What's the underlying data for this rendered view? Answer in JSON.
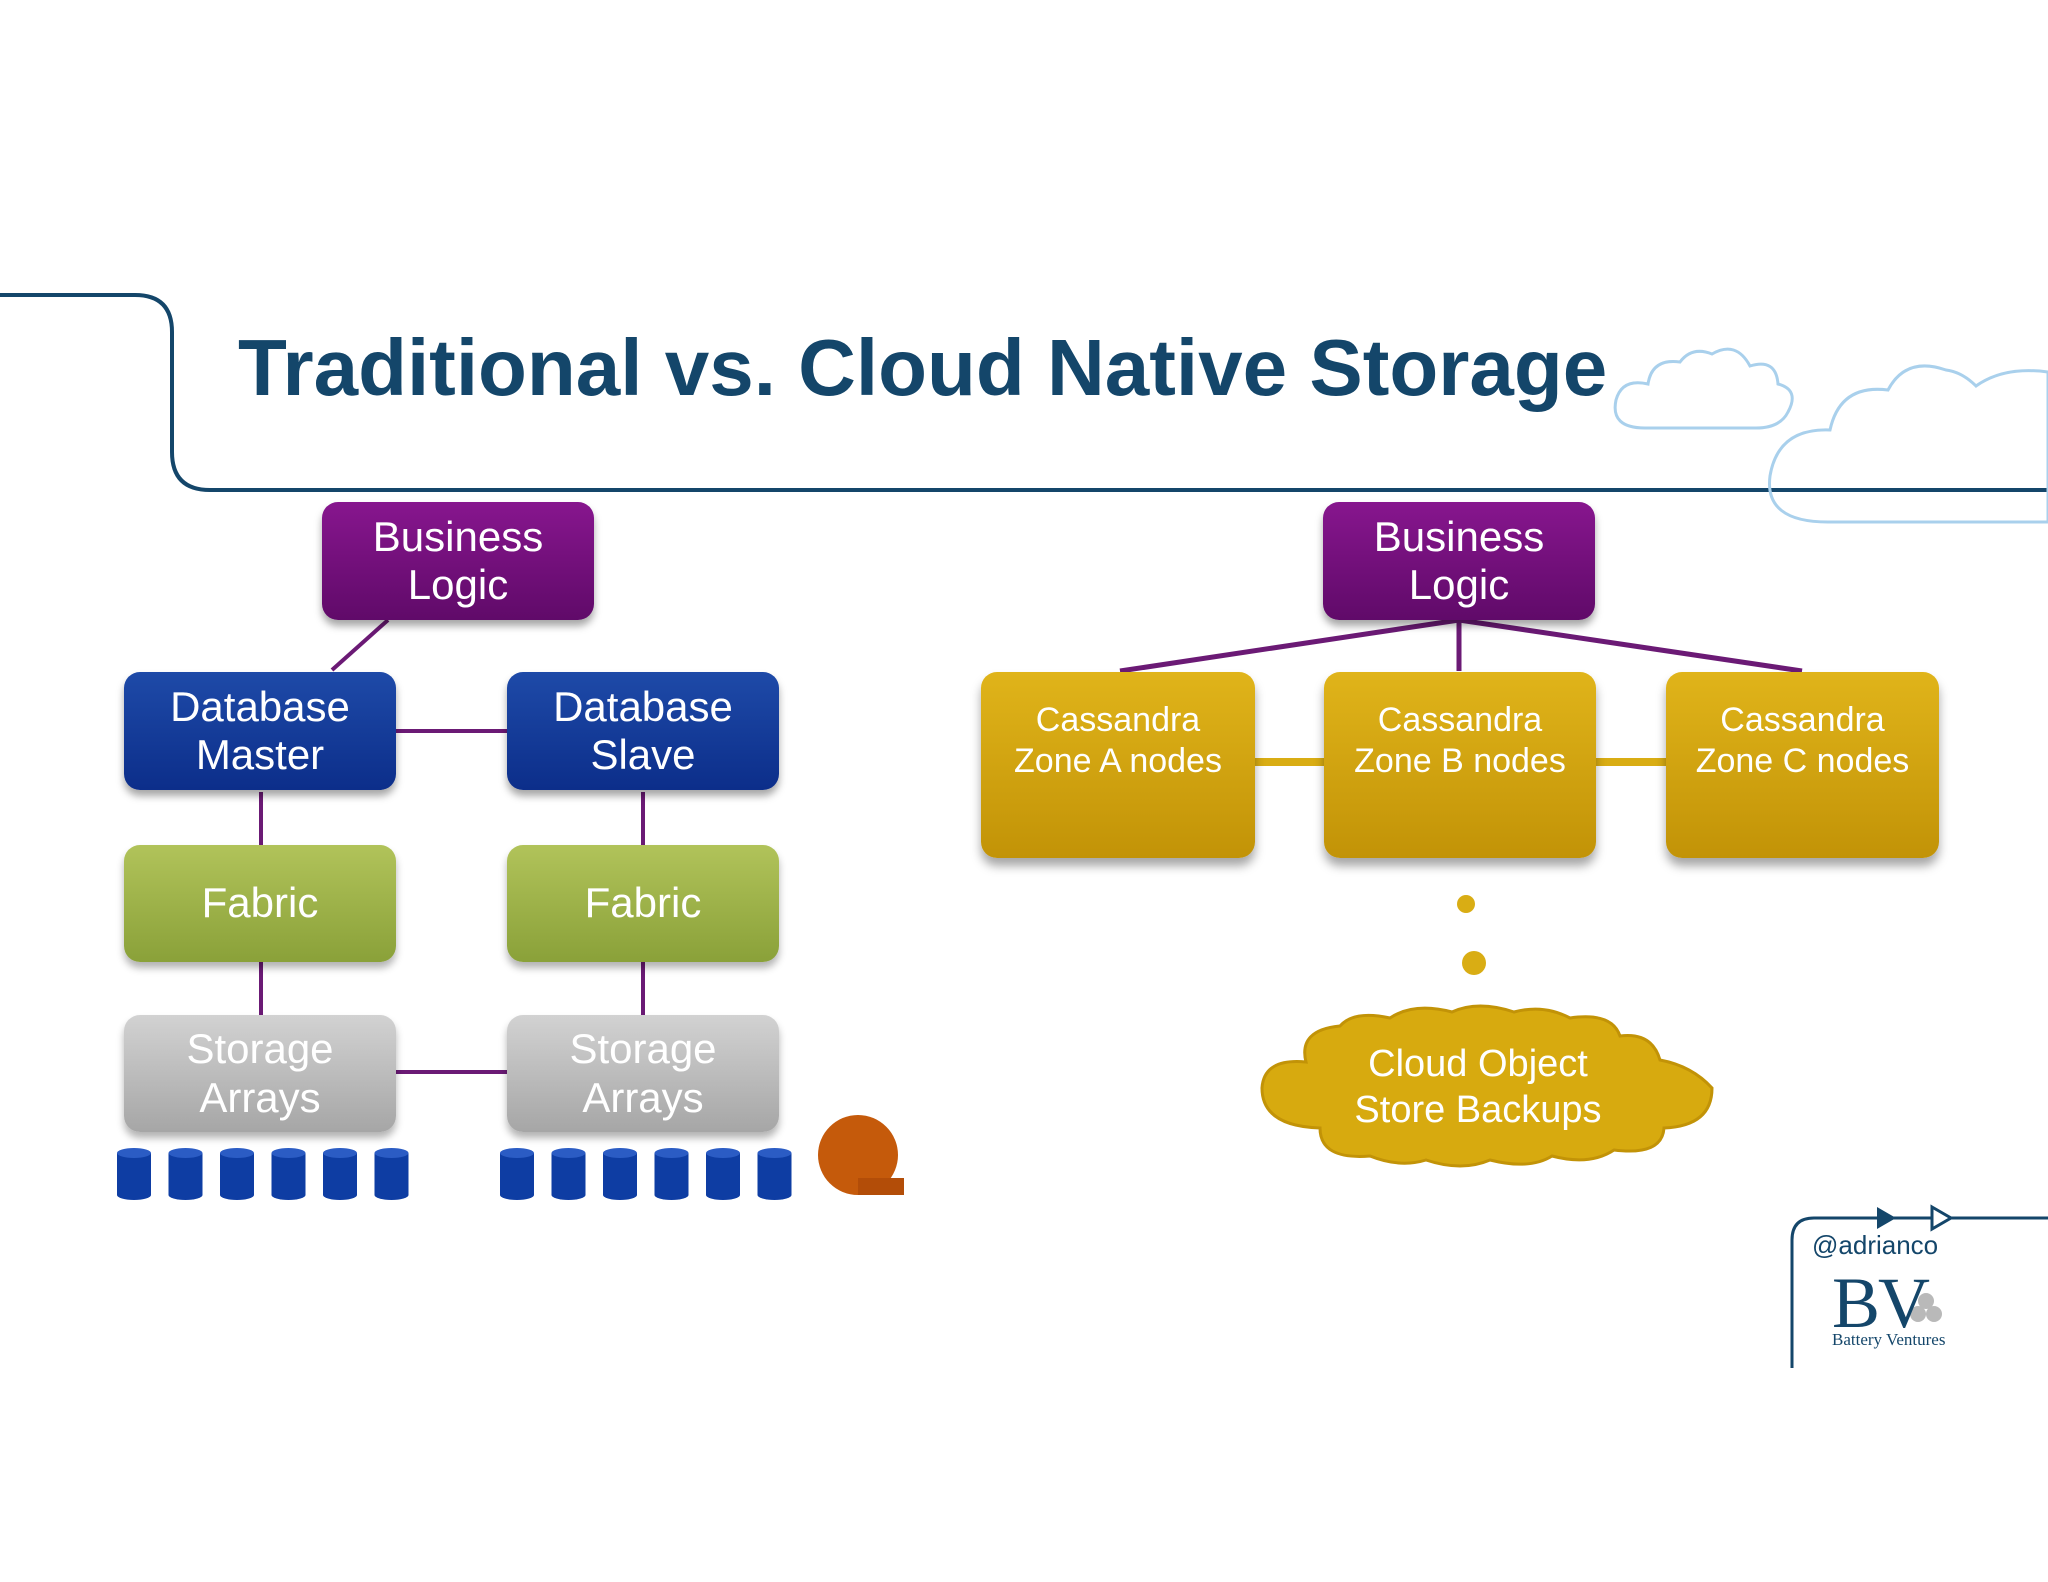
{
  "title": "Traditional vs. Cloud Native Storage",
  "traditional": {
    "business_logic": "Business\nLogic",
    "db_master": "Database\nMaster",
    "db_slave": "Database\nSlave",
    "fabric_left": "Fabric",
    "fabric_right": "Fabric",
    "storage_left": "Storage\nArrays",
    "storage_right": "Storage\nArrays"
  },
  "cloud_native": {
    "business_logic": "Business\nLogic",
    "zone_a": "Cassandra\nZone A nodes",
    "zone_b": "Cassandra\nZone B nodes",
    "zone_c": "Cassandra\nZone C nodes",
    "backup": "Cloud Object\nStore Backups"
  },
  "footer": {
    "handle": "@adrianco",
    "logo": "BV",
    "company": "Battery Ventures"
  },
  "colors": {
    "title": "#14466a",
    "connector": "#6b1a75",
    "connector_gold": "#d9ad14",
    "disk": "#0e3da3",
    "cloud_outline": "#a9d0ec",
    "quest_logo": "#c55a0b"
  },
  "icons": [
    "disk-icon",
    "cloud-outline-icon",
    "quest-logo-icon",
    "arrow-icon"
  ]
}
